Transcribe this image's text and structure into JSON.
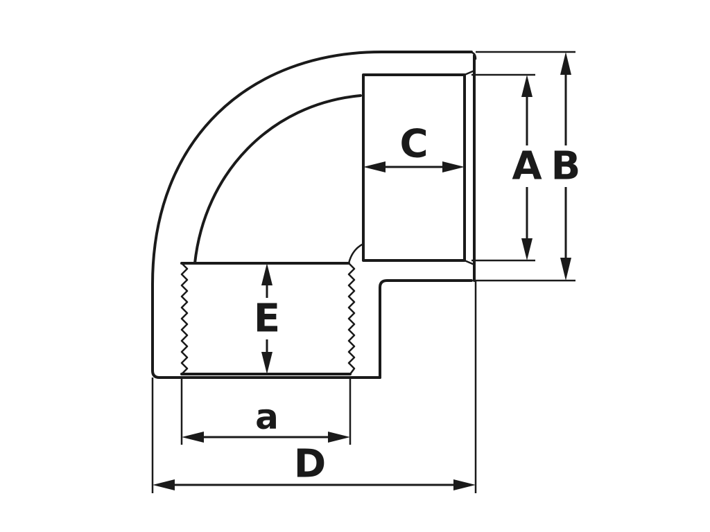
{
  "diagram": {
    "labels": {
      "A": "A",
      "B": "B",
      "C": "C",
      "D": "D",
      "E": "E",
      "a": "a"
    }
  }
}
